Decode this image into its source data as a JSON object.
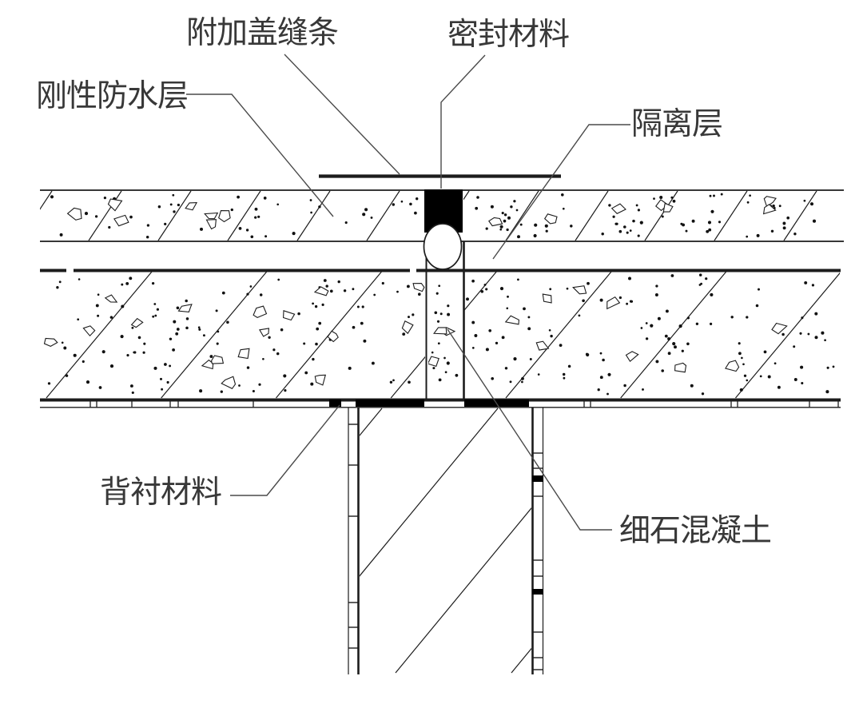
{
  "diagram": {
    "labels": {
      "additional_cover_strip": "附加盖缝条",
      "sealing_material": "密封材料",
      "rigid_waterproof_layer": "刚性防水层",
      "isolation_layer": "隔离层",
      "backing_material": "背衬材料",
      "fine_aggregate_concrete": "细石混凝土"
    },
    "colors": {
      "line": "#1c1c1c",
      "leader": "#4a4a4a",
      "text": "#383838",
      "solid_fill": "#000000",
      "background": "#ffffff"
    }
  }
}
